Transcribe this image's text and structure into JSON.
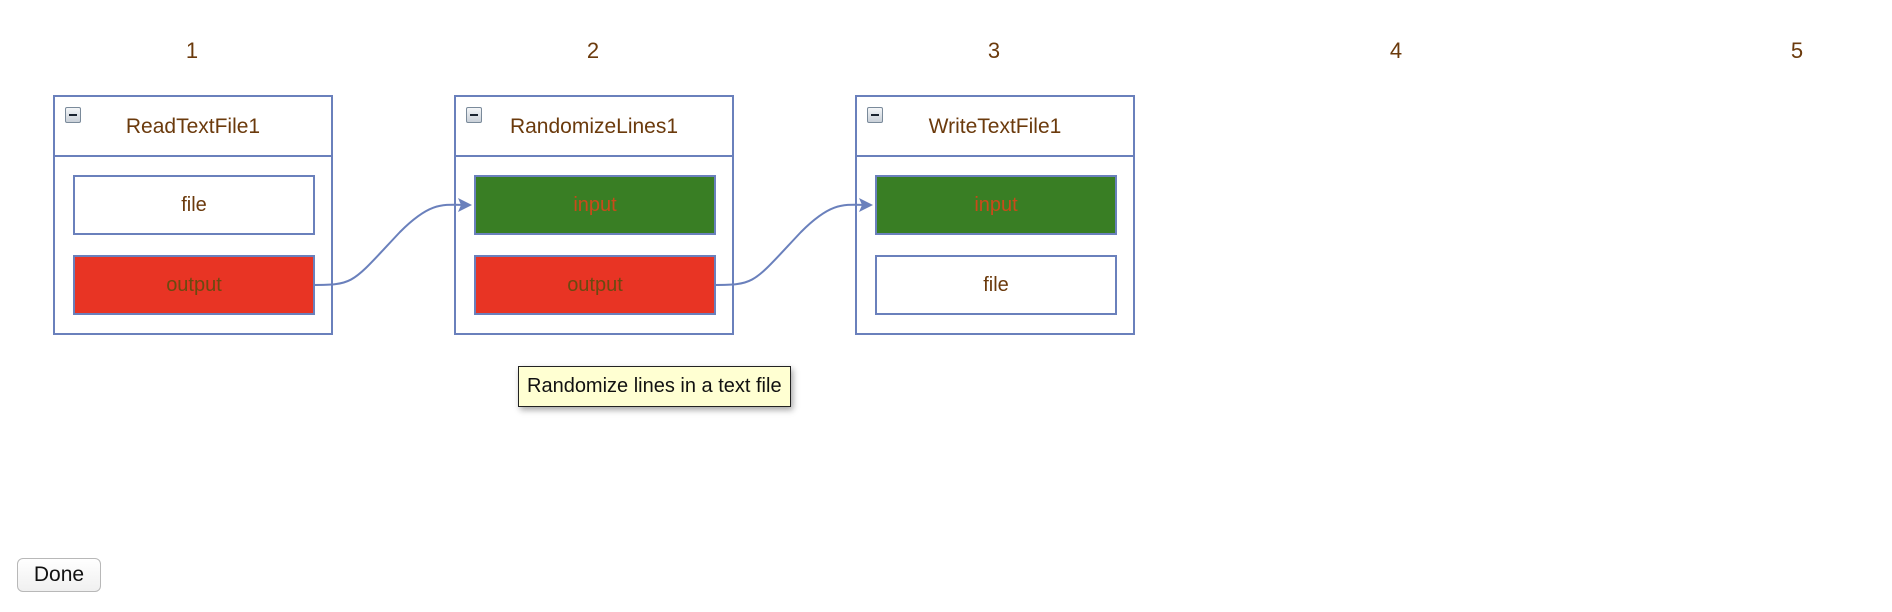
{
  "columns": [
    "1",
    "2",
    "3",
    "4",
    "5"
  ],
  "nodes": [
    {
      "title": "ReadTextFile1",
      "ports": [
        {
          "label": "file",
          "state": "plain"
        },
        {
          "label": "output",
          "state": "output-connected"
        }
      ]
    },
    {
      "title": "RandomizeLines1",
      "ports": [
        {
          "label": "input",
          "state": "input-connected"
        },
        {
          "label": "output",
          "state": "output-connected"
        }
      ]
    },
    {
      "title": "WriteTextFile1",
      "ports": [
        {
          "label": "input",
          "state": "input-connected"
        },
        {
          "label": "file",
          "state": "plain"
        }
      ]
    }
  ],
  "tooltip": {
    "text": "Randomize lines in a text file"
  },
  "done_button": {
    "label": "Done"
  },
  "colors": {
    "border": "#6a80bc",
    "input_connected": "#397e24",
    "output_connected": "#e83424",
    "label_text": "#6b3a0c",
    "tooltip_bg": "#ffffd2"
  },
  "icons": {
    "collapse": "minus-square-icon",
    "link_arrow": "arrow-head-icon"
  }
}
